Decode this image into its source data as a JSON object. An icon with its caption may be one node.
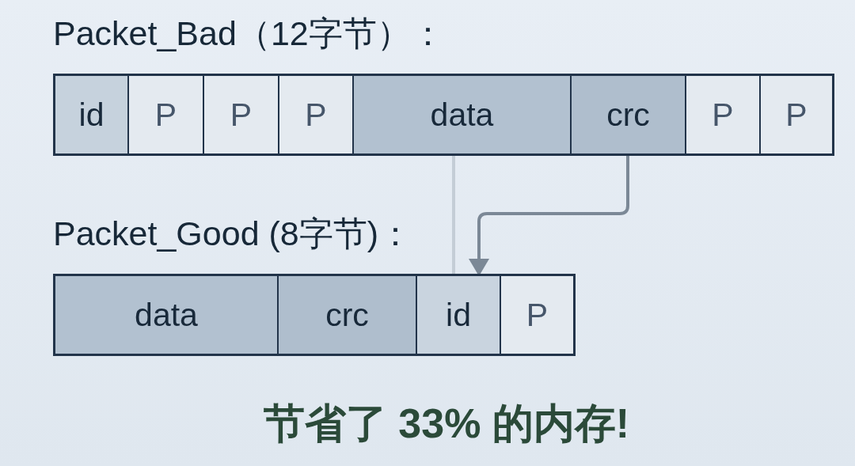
{
  "diagram": {
    "caption": "节省了 33% 的内存!",
    "nodes": [
      {
        "text": [
          "Packet_Bad（12字节）："
        ]
      },
      {
        "text": [
          "id"
        ],
        "in": 0
      },
      {
        "text": [
          "P"
        ],
        "in": 0
      },
      {
        "text": [
          "P"
        ],
        "in": 0
      },
      {
        "text": [
          "P"
        ],
        "in": 0
      },
      {
        "text": [
          "data"
        ],
        "in": 0
      },
      {
        "text": [
          "crc"
        ],
        "in": 0
      },
      {
        "text": [
          "P"
        ],
        "in": 0
      },
      {
        "text": [
          "P"
        ],
        "in": 0
      },
      {
        "text": [
          "Packet_Good (8字节)："
        ]
      },
      {
        "text": [
          "data"
        ],
        "in": 9
      },
      {
        "text": [
          "crc"
        ],
        "in": 9
      },
      {
        "text": [
          "id"
        ],
        "in": 9
      },
      {
        "text": [
          "P"
        ],
        "in": 9
      }
    ],
    "edges": [
      {
        "from": 5,
        "to": 12,
        "arrow": "none",
        "color": "#c4cdd6"
      },
      {
        "from": 6,
        "to": 12,
        "arrow": "to"
      }
    ]
  }
}
